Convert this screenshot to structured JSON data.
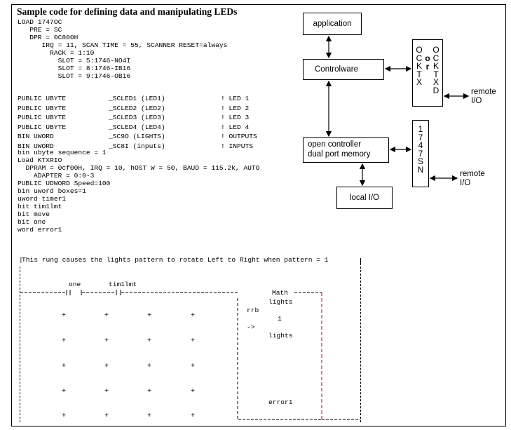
{
  "title": "Sample code for defining data and manipulating LEDs",
  "code_top": [
    "LOAD 1747OC",
    "   PRE = SC",
    "   DPR = 0C800H",
    "      IRQ = 11, SCAN TIME = 55, SCANNER RESET=always",
    "        RACK = 1:10",
    "          SLOT = 5:1746-NO4I",
    "          SLOT = 8:1746-IB16",
    "          SLOT = 9:1746-OB16"
  ],
  "code_decl": [
    {
      "c1": "PUBLIC UBYTE",
      "c2": "_SCLED1 (LED1)",
      "c3": "! LED 1"
    },
    {
      "c1": "PUBLIC UBYTE",
      "c2": "_SCLED2 (LED2)",
      "c3": "! LED 2"
    },
    {
      "c1": "PUBLIC UBYTE",
      "c2": "_SCLED3 (LED3)",
      "c3": "! LED 3"
    },
    {
      "c1": "PUBLIC UBYTE",
      "c2": "_SCLED4 (LED4)",
      "c3": "! LED 4"
    },
    {
      "c1": "BIN UWORD",
      "c2": "_SC9O (LIGHTS)",
      "c3": "! OUTPUTS"
    },
    {
      "c1": "BIN UWORD",
      "c2": "_SC8I (inputs)",
      "c3": "! INPUTS"
    }
  ],
  "code_bottom": [
    "bin ubyte sequence = 1",
    "Load KTXRIO",
    "  DPRAM = 0cf00H, IRQ = 10, hOST W = 50, BAUD = 115.2k, AUTO",
    "    ADAPTER = 0:0-3",
    "PUBLIC UDWORD Speed=100",
    "bin uword boxes=1",
    "uword timer1",
    "bit tim1lmt",
    "bit move",
    "bit one",
    "word error1"
  ],
  "rung": {
    "comment": "This rung causes the lights pattern to rotate Left to Right when pattern = 1",
    "contact1": "one",
    "contact2": "tim1lmt",
    "header_line": "-------+---|  |----+---|  |-----+------+-------+------Math------+",
    "math_lines": [
      "lights",
      "rrb",
      "1",
      "->",
      "lights",
      "error1"
    ]
  },
  "diagram": {
    "application": "application",
    "controlware": "Controlware",
    "dual_port": [
      "open controller",
      "dual port memory"
    ],
    "local_io": "local I/O",
    "octkx": "O C K T X",
    "or": "o r",
    "ocktxd": "O C K T X D",
    "sn1747": "1 7 4 7 S N",
    "remote_io_1": [
      "remote",
      "I/O"
    ],
    "remote_io_2": [
      "remote",
      "I/O"
    ]
  }
}
